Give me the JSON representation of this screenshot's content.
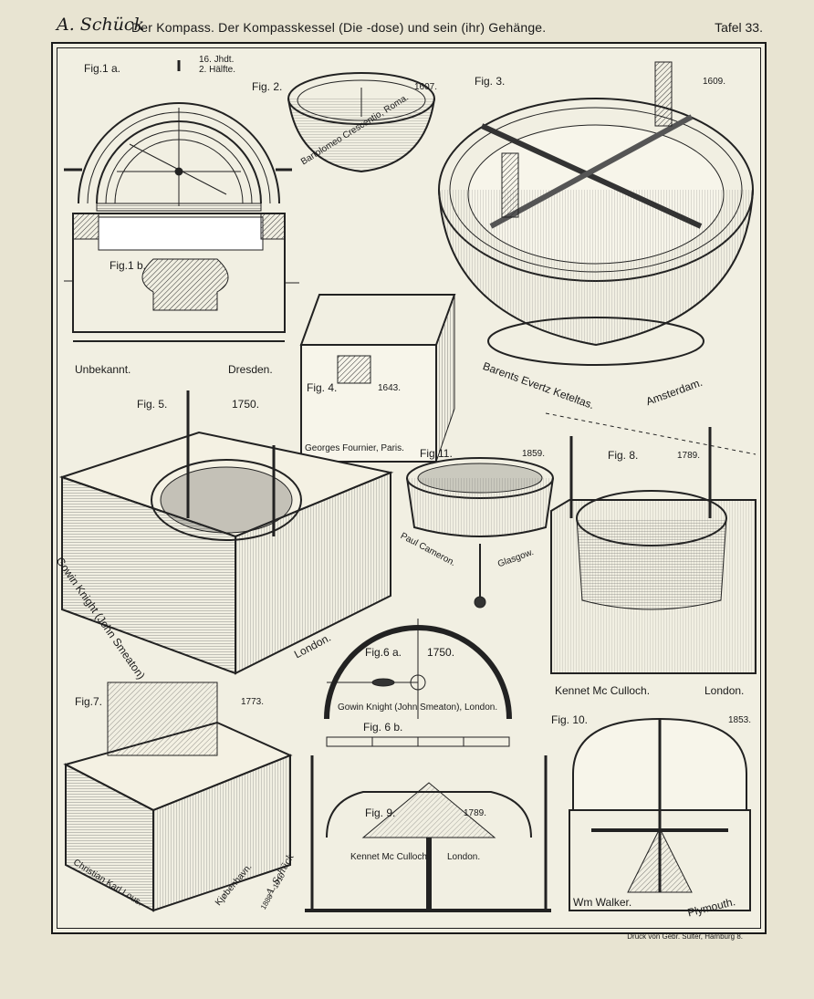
{
  "header": {
    "signature": "A. Schück",
    "title": "Der Kompass. Der Kompasskessel (Die -dose) und sein (ihr) Gehänge.",
    "plate_no": "Tafel 33."
  },
  "figures": {
    "fig1a": {
      "label": "Fig.1 a.",
      "note1": "16. Jhdt.",
      "note2": "2. Hälfte."
    },
    "fig1b": {
      "label": "Fig.1 b.",
      "left": "Unbekannt.",
      "right": "Dresden."
    },
    "fig2": {
      "label": "Fig. 2.",
      "year": "1607.",
      "maker": "Bartolomeo Crescentio, Roma."
    },
    "fig3": {
      "label": "Fig. 3.",
      "year": "1609.",
      "maker": "Barents Evertz Keteltas.",
      "place": "Amsterdam."
    },
    "fig4": {
      "label": "Fig. 4.",
      "year": "1643.",
      "maker": "Georges Fournier, Paris."
    },
    "fig5": {
      "label": "Fig. 5.",
      "year": "1750.",
      "maker": "Gowin Knight (John Smeaton)",
      "place": "London."
    },
    "fig11": {
      "label": "Fig.11.",
      "year": "1859.",
      "maker": "Paul Cameron.",
      "place": "Glasgow."
    },
    "fig8": {
      "label": "Fig. 8.",
      "year": "1789.",
      "maker": "Kennet Mc Culloch.",
      "place": "London."
    },
    "fig6a": {
      "label": "Fig.6 a.",
      "year": "1750.",
      "maker": "Gowin Knight (John Smeaton), London."
    },
    "fig6b": {
      "label": "Fig. 6 b."
    },
    "fig7": {
      "label": "Fig.7.",
      "year": "1773.",
      "maker": "Christian Karl Lous.",
      "place": "Kjøbenhavn.",
      "sign": "A. Schück",
      "dates": "1888 – 1910"
    },
    "fig9": {
      "label": "Fig. 9.",
      "year": "1789.",
      "maker": "Kennet Mc Culloch",
      "place": "London."
    },
    "fig10": {
      "label": "Fig. 10.",
      "year": "1853.",
      "maker": "Wm Walker.",
      "place": "Plymouth."
    }
  },
  "printer": "Druck von Gebr. Sülter, Hamburg 8."
}
